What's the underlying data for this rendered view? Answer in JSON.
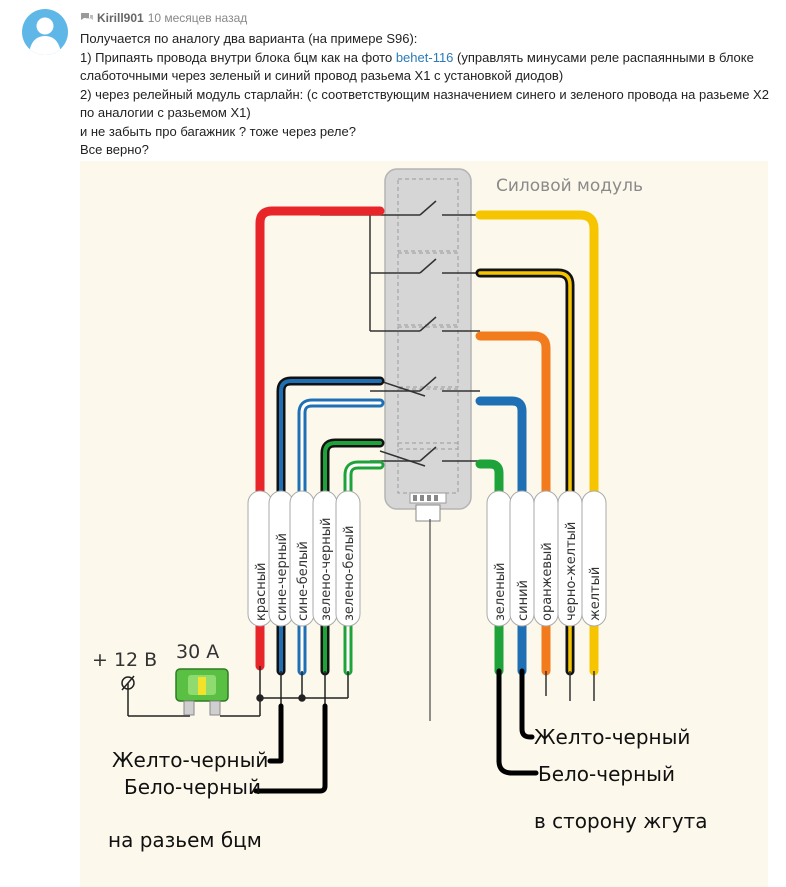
{
  "comment": {
    "author": "Kirill901",
    "time": "10 месяцев назад",
    "lines": {
      "l1": "Получается по аналогу два варианта (на примере S96):",
      "l2_a": "1) Припаять провода внутри блока бцм как на фото ",
      "l2_link": "behet-116",
      "l2_b": " (управлять минусами реле распаянными в блоке слаботочными через зеленый и синий провод разьема Х1 с установкой диодов)",
      "l3": "2) через релейный модуль старлайн: (с соответствующим назначением синего и зеленого провода на разьеме Х2 по аналогии с разьемом Х1)",
      "l4": "и не забыть про багажник ? тоже через реле?",
      "l5": "Все верно?"
    }
  },
  "diagram": {
    "module_label": "Силовой модуль",
    "supply_label": "+ 12 В",
    "fuse_label": "30 А",
    "left_wires": [
      "красный",
      "сине-черный",
      "сине-белый",
      "зелено-черный",
      "зелено-белый"
    ],
    "right_wires": [
      "зеленый",
      "синий",
      "оранжевый",
      "черно-желтый",
      "желтый"
    ],
    "left_ann_1": "Желто-черный",
    "left_ann_2": "Бело-черный",
    "left_ann_3": "на разьем бцм",
    "right_ann_1": "Желто-черный",
    "right_ann_2": "Бело-черный",
    "right_ann_3": "в сторону жгута"
  },
  "colors": {
    "red": "#e8262a",
    "blue": "#1f6fb4",
    "lightblue": "#5aa9dd",
    "green": "#1ea33a",
    "orange": "#f27b1d",
    "yellow": "#f7c400",
    "black": "#111111",
    "link": "#2a7ab8"
  }
}
